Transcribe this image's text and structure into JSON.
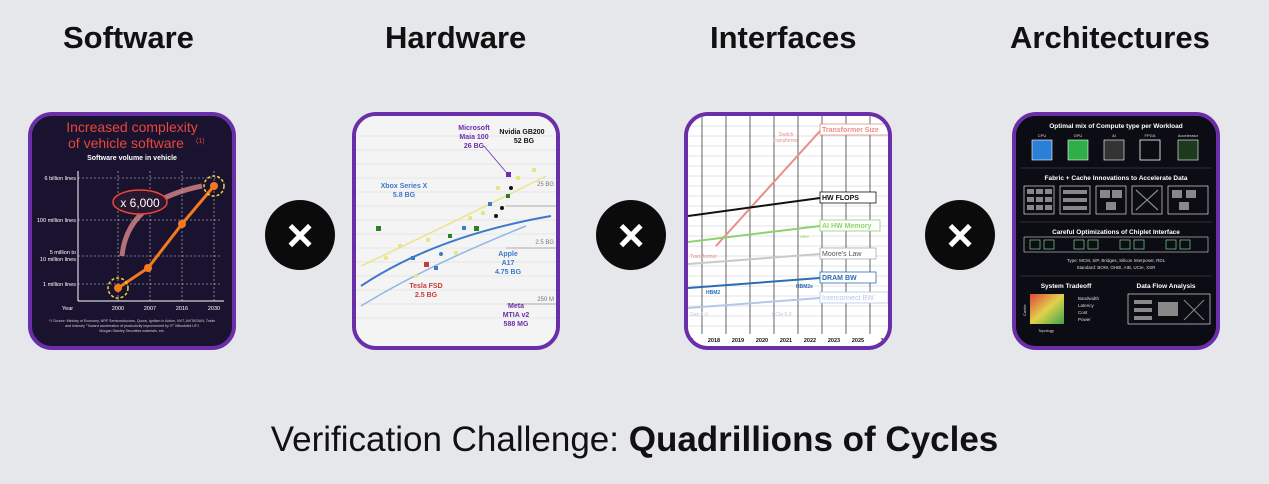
{
  "headings": {
    "software": "Software",
    "hardware": "Hardware",
    "interfaces": "Interfaces",
    "architectures": "Architectures"
  },
  "times_symbol": "×",
  "bottom": {
    "prefix": "Verification Challenge: ",
    "emphasis": "Quadrillions of Cycles"
  },
  "colors": {
    "tile_border": "#6a2fa8",
    "operator_circle": "#0b0b0b",
    "software_orange": "#f47a1f",
    "arch_bg": "#0c0c14"
  },
  "software_tile": {
    "title_line1": "Increased complexity",
    "title_line2": "of vehicle software",
    "title_sup": "(1)",
    "subtitle": "Software volume in vehicle",
    "y_labels": [
      "6 billion lines",
      "100 million lines",
      "5 million to",
      "10 million lines",
      "1 million lines"
    ],
    "x_axis_label": "Year",
    "x_labels": [
      "2000",
      "2007",
      "2016",
      "2030"
    ],
    "multiplier": "x 6,000",
    "footnote_line1": "*1 Source: Ministry of Economy, NRF Semiconductors, Quora, Ignition in Action, NVT, AVITASIUN, Trade",
    "footnote_line2": "and Industry \"Toward acceleration of productivity improvement by IT\" Mitsubishi UFJ",
    "footnote_line3": "Morgan Stanley Securities materials, etc."
  },
  "hardware_tile": {
    "microsoft_label_line1": "Microsoft",
    "microsoft_label_line2": "Maia 100",
    "microsoft_label_line3": "26 BG",
    "nvidia_label_line1": "Nvidia GB200",
    "nvidia_label_line2": "52 BG",
    "xbox_label_line1": "Xbox Series X",
    "xbox_label_line2": "5.8 BG",
    "apple_label_line1": "Apple",
    "apple_label_line2": "A17",
    "apple_label_line3": "4.75 BG",
    "tesla_label_line1": "Tesla FSD",
    "tesla_label_line2": "2.5 BG",
    "meta_label_line1": "Meta",
    "meta_label_line2": "MTIA v2",
    "meta_label_line3": "588 MG",
    "scale_labels": [
      "25 BG",
      "2.5 BG",
      "250 M"
    ]
  },
  "interfaces_tile": {
    "series_labels": [
      "Transformer Size",
      "HW FLOPS",
      "AI HW Memory",
      "Moore's Law",
      "DRAM BW",
      "Interconnect BW"
    ],
    "small_labels": [
      "Switch",
      "Transformer",
      "Transformer",
      "HBM2",
      "HBM2e",
      "PCIe 5.0",
      "Gen 1.0",
      "HBM"
    ],
    "x_labels": [
      "17",
      "2018",
      "2019",
      "2020",
      "2021",
      "2022",
      "2023",
      "2025",
      "1"
    ]
  },
  "architectures_tile": {
    "section1_title": "Optimal mix of Compute type per Workload",
    "compute_types": [
      "CPU",
      "GPU",
      "AI",
      "FPGA",
      "Accelerator"
    ],
    "section2_title": "Fabric + Cache Innovations to Accelerate Data",
    "section3_title": "Careful Optimizations of Chiplet Interface",
    "interface_line1": "Type: MCM, SiP, Bridges, Silicon Interposer, RDL",
    "interface_line2": "Standard: BOW, OHBI, AIB, UCIe, XSR",
    "section4_title": "System Tradeoff",
    "section5_title": "Data Flow Analysis",
    "tradeoff_axis_label": "Cache",
    "tradeoff_bottom_label": "Topology",
    "tradeoff_items": [
      "Bandwidth",
      "Latency",
      "Cost",
      "Power"
    ]
  }
}
